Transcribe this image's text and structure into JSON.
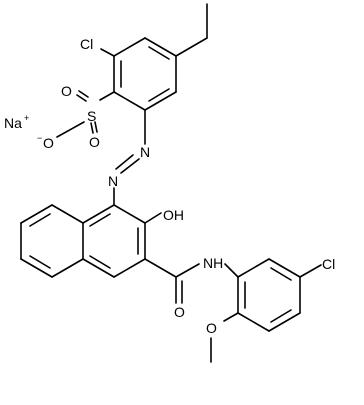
{
  "molecule": {
    "atom_labels": {
      "cl_top": "Cl",
      "sulfur": "S",
      "sulfonyl_o_top": "O",
      "sulfonyl_o_bottom": "O",
      "oxide_o": "O",
      "oxide_charge": "−",
      "sodium": "Na",
      "sodium_charge": "+",
      "azo_n1": "N",
      "azo_n2": "N",
      "hydroxyl": "OH",
      "amide_nh": "NH",
      "amide_o": "O",
      "cl_right": "Cl",
      "methoxy_o": "O"
    }
  },
  "colors": {
    "bond": "#000000",
    "background": "#ffffff"
  }
}
